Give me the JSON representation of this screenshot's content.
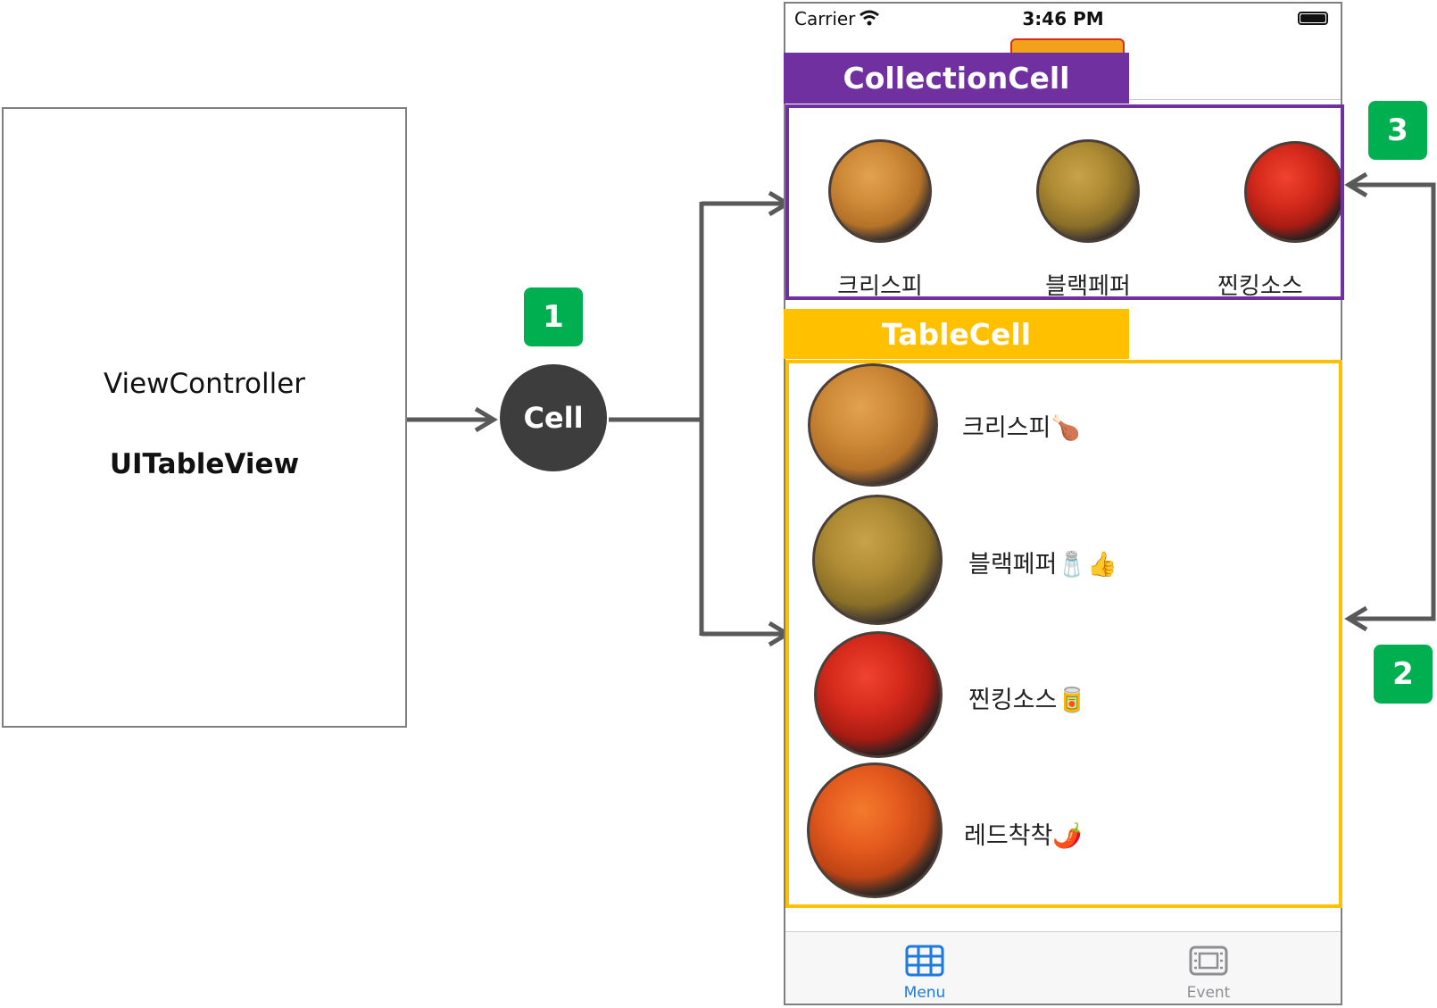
{
  "view_controller": {
    "title": "ViewController",
    "subtitle": "UITableView"
  },
  "cell_node": {
    "label": "Cell"
  },
  "badges": {
    "one": "1",
    "two": "2",
    "three": "3"
  },
  "labels": {
    "collection": "CollectionCell",
    "table": "TableCell"
  },
  "status_bar": {
    "carrier": "Carrier",
    "time": "3:46 PM"
  },
  "collection_items": [
    {
      "label": "크리스피",
      "image": "crispy-chicken"
    },
    {
      "label": "블랙페퍼",
      "image": "black-pepper-chicken"
    },
    {
      "label": "찐킹소스",
      "image": "jjinking-sauce-chicken"
    }
  ],
  "table_rows": [
    {
      "label": "크리스피🍗",
      "image": "crispy-chicken"
    },
    {
      "label": "블랙페퍼🧂👍",
      "image": "black-pepper-chicken"
    },
    {
      "label": "찐킹소스🥫",
      "image": "jjinking-sauce-chicken"
    },
    {
      "label": "레드착착🌶️",
      "image": "red-chakchak-chicken"
    }
  ],
  "tab_bar": {
    "menu_label": "Menu",
    "event_label": "Event"
  },
  "colors": {
    "collection_accent": "#7030a0",
    "table_accent": "#ffc000",
    "badge": "#00b050",
    "cell_node": "#3d3d3d",
    "arrow": "#595959",
    "tab_active": "#1f7ae0",
    "tab_inactive": "#8e8e93"
  }
}
